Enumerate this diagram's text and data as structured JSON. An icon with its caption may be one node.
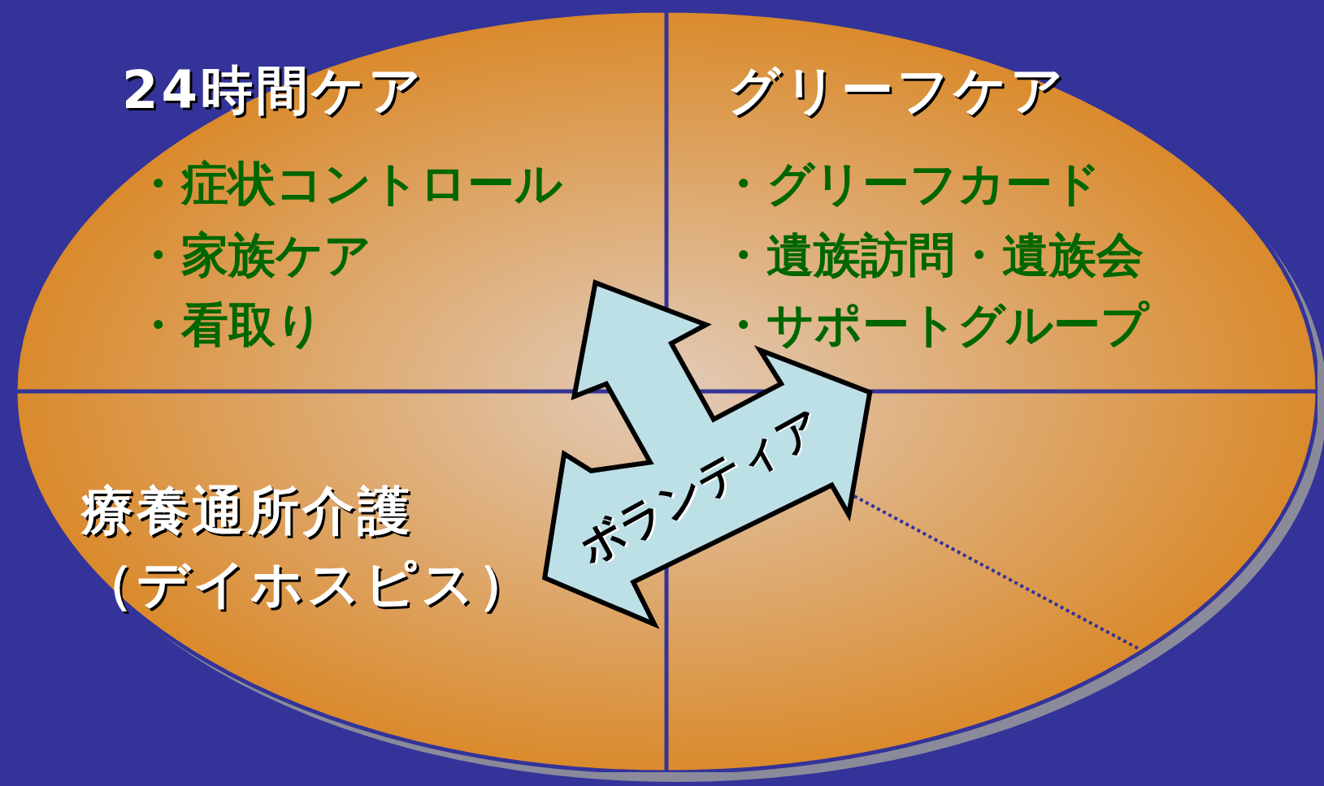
{
  "diagram": {
    "nodes": [
      {
        "text": [
          "24時間ケア",
          "・症状コントロール",
          "・家族ケア",
          "・看取り"
        ]
      },
      {
        "text": [
          "グリーフケア",
          "・グリーフカード",
          "・遺族訪問・遺族会",
          "・サポートグループ"
        ]
      },
      {
        "text": [
          "療養通所介護（デイホスピス）"
        ]
      },
      {
        "text": [],
        "shape": "box"
      },
      {
        "text": [
          "ボランティア"
        ]
      }
    ],
    "edges": [
      {
        "from": 4,
        "to": 3,
        "arrow": "none",
        "style": "dashed"
      }
    ]
  }
}
